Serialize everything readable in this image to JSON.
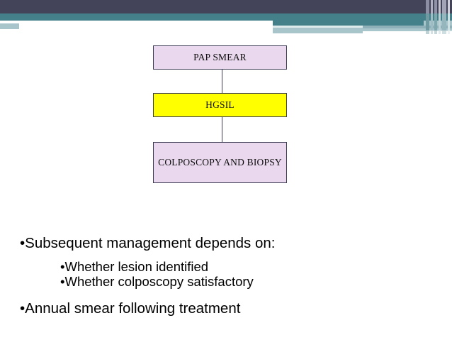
{
  "header": {
    "name": "decorative-title-band",
    "colors": {
      "navy": "#434459",
      "teal": "#438089",
      "light_blue": "#a9c5cc",
      "pale": "#dfeaed"
    }
  },
  "flowchart": {
    "boxes": [
      {
        "id": "pap-smear",
        "label": "PAP SMEAR",
        "fill": "#ead9ee",
        "border": "#3b3b54"
      },
      {
        "id": "hgsil",
        "label": "HGSIL",
        "fill": "#ffff00",
        "border": "#3b3b54"
      },
      {
        "id": "colposcopy-and-biopsy",
        "label": "COLPOSCOPY AND BIOPSY",
        "fill": "#ead9ee",
        "border": "#3b3b54"
      }
    ]
  },
  "body": {
    "bullets": [
      {
        "level": 1,
        "marker": "•",
        "text": "Subsequent management depends on:"
      },
      {
        "level": 2,
        "marker": "•",
        "text": "Whether lesion identified"
      },
      {
        "level": 2,
        "marker": "•",
        "text": "Whether colposcopy satisfactory"
      },
      {
        "level": 1,
        "marker": "•",
        "text": "Annual smear following treatment"
      }
    ],
    "lines": {
      "subsequent": "•Subsequent management depends on:",
      "lesion": "•Whether lesion identified",
      "colposcopy": "•Whether colposcopy satisfactory",
      "annual": "•Annual smear following treatment"
    }
  }
}
